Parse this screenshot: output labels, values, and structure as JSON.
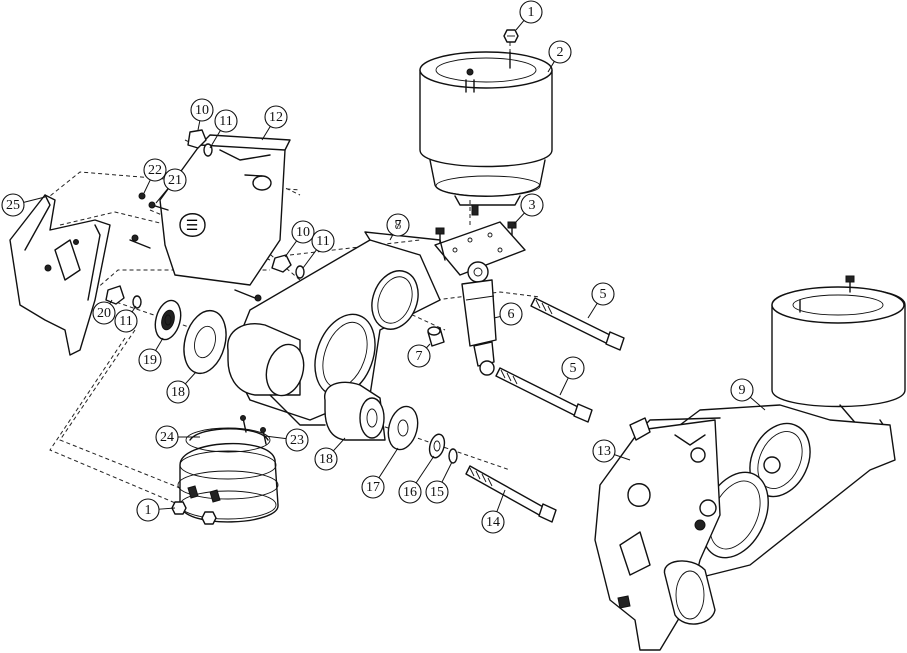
{
  "callouts": [
    {
      "id": "1a",
      "label": "1"
    },
    {
      "id": "2",
      "label": "2"
    },
    {
      "id": "3",
      "label": "3"
    },
    {
      "id": "5a",
      "label": "5"
    },
    {
      "id": "5b",
      "label": "5"
    },
    {
      "id": "6",
      "label": "6"
    },
    {
      "id": "7a",
      "label": "7"
    },
    {
      "id": "8",
      "label": "8"
    },
    {
      "id": "9",
      "label": "9"
    },
    {
      "id": "10a",
      "label": "10"
    },
    {
      "id": "11a",
      "label": "11"
    },
    {
      "id": "12",
      "label": "12"
    },
    {
      "id": "22",
      "label": "22"
    },
    {
      "id": "21",
      "label": "21"
    },
    {
      "id": "25",
      "label": "25"
    },
    {
      "id": "10b",
      "label": "10"
    },
    {
      "id": "11b",
      "label": "11"
    },
    {
      "id": "20",
      "label": "20"
    },
    {
      "id": "11c",
      "label": "11"
    },
    {
      "id": "19",
      "label": "19"
    },
    {
      "id": "18a",
      "label": "18"
    },
    {
      "id": "7b",
      "label": "7"
    },
    {
      "id": "24",
      "label": "24"
    },
    {
      "id": "23",
      "label": "23"
    },
    {
      "id": "18b",
      "label": "18"
    },
    {
      "id": "17",
      "label": "17"
    },
    {
      "id": "16",
      "label": "16"
    },
    {
      "id": "15",
      "label": "15"
    },
    {
      "id": "14",
      "label": "14"
    },
    {
      "id": "13",
      "label": "13"
    },
    {
      "id": "1b",
      "label": "1"
    }
  ]
}
